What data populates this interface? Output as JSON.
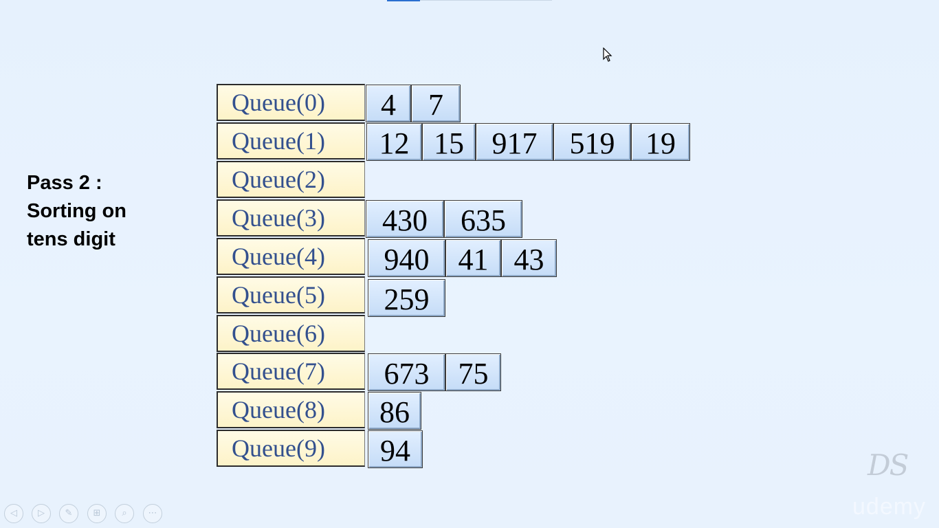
{
  "slide": {
    "title_lines": [
      "Pass 2 :",
      "Sorting on",
      "tens digit"
    ]
  },
  "queues": [
    {
      "label": "Queue(0)",
      "items": [
        "4",
        "7"
      ]
    },
    {
      "label": "Queue(1)",
      "items": [
        "12",
        "15",
        "917",
        "519",
        "19"
      ]
    },
    {
      "label": "Queue(2)",
      "items": []
    },
    {
      "label": "Queue(3)",
      "items": [
        "430",
        "635"
      ]
    },
    {
      "label": "Queue(4)",
      "items": [
        "940",
        "41",
        "43"
      ]
    },
    {
      "label": "Queue(5)",
      "items": [
        "259"
      ]
    },
    {
      "label": "Queue(6)",
      "items": []
    },
    {
      "label": "Queue(7)",
      "items": [
        "673",
        "75"
      ]
    },
    {
      "label": "Queue(8)",
      "items": [
        "86"
      ]
    },
    {
      "label": "Queue(9)",
      "items": [
        "94"
      ]
    }
  ],
  "toolbar": {
    "buttons": [
      {
        "name": "previous-slide-button",
        "icon": "arrow-left-icon",
        "glyph": "◁"
      },
      {
        "name": "next-slide-button",
        "icon": "arrow-right-icon",
        "glyph": "▷"
      },
      {
        "name": "pen-tool-button",
        "icon": "pen-icon",
        "glyph": "✎"
      },
      {
        "name": "all-slides-button",
        "icon": "grid-icon",
        "glyph": "⊞"
      },
      {
        "name": "zoom-button",
        "icon": "magnifier-icon",
        "glyph": "⌕"
      },
      {
        "name": "more-options-button",
        "icon": "more-icon",
        "glyph": "⋯"
      }
    ]
  },
  "logo": {
    "text": "DS"
  },
  "watermark": {
    "text": "udemy"
  },
  "colors": {
    "label_text": "#33508e",
    "label_fill": "#fdf3c8",
    "number_fill": "#c5dcf7",
    "background": "#e7f1fd"
  }
}
